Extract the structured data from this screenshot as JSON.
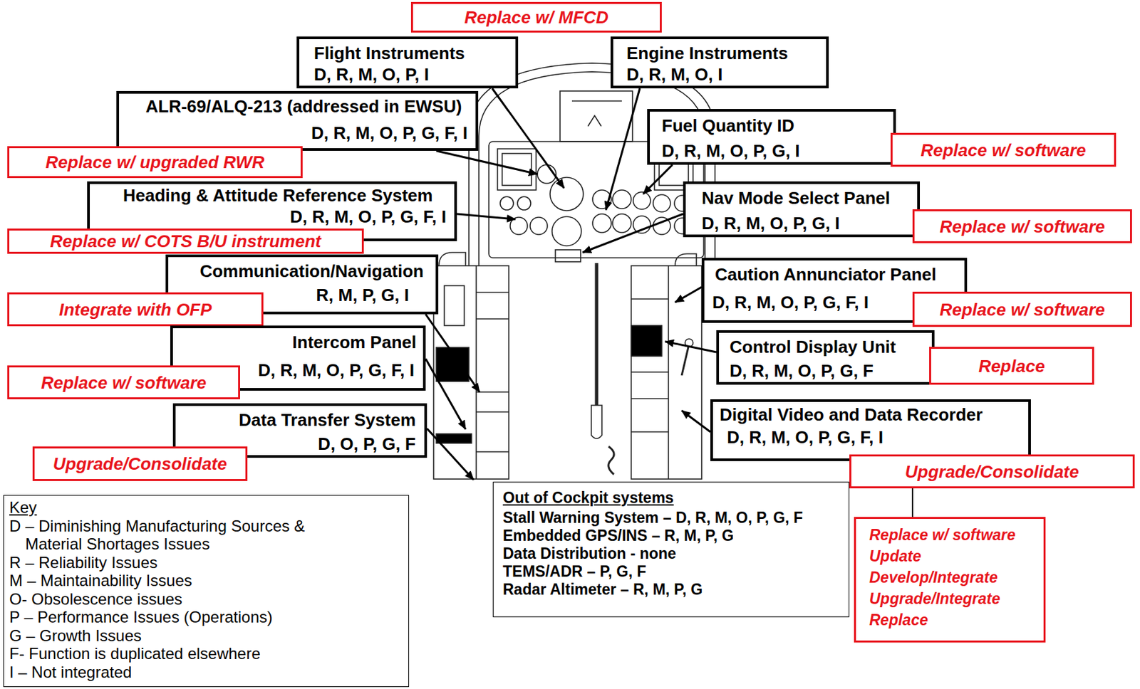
{
  "diagram": {
    "nodes": [
      {
        "text": [
          "Replace w/ MFCD"
        ]
      },
      {
        "text": [
          "Flight Instruments",
          "D, R, M, O, P, I"
        ]
      },
      {
        "text": [
          "Engine Instruments",
          "D, R, M, O, I"
        ]
      },
      {
        "text": [
          "ALR-69/ALQ-213 (addressed in EWSU)",
          "D, R, M, O, P, G, F, I"
        ]
      },
      {
        "text": [
          "Fuel Quantity ID",
          "D, R, M, O, P, G, I"
        ]
      },
      {
        "text": [
          "Replace w/ software"
        ]
      },
      {
        "text": [
          "Replace w/ upgraded RWR"
        ]
      },
      {
        "text": [
          "Heading & Attitude Reference System",
          "D, R, M, O, P, G, F, I"
        ]
      },
      {
        "text": [
          "Nav Mode Select Panel",
          "D, R, M, O, P, G, I"
        ]
      },
      {
        "text": [
          "Replace w/ software"
        ]
      },
      {
        "text": [
          "Replace w/ COTS B/U instrument"
        ]
      },
      {
        "text": [
          "Communication/Navigation",
          "R, M, P, G, I"
        ]
      },
      {
        "text": [
          "Caution Annunciator Panel",
          "D, R, M, O, P, G, F, I"
        ]
      },
      {
        "text": [
          "Integrate with OFP"
        ]
      },
      {
        "text": [
          "Replace w/ software"
        ]
      },
      {
        "text": [
          "Intercom Panel",
          "D, R, M, O, P, G, F, I"
        ]
      },
      {
        "text": [
          "Control Display Unit",
          "D, R, M, O, P, G, F"
        ]
      },
      {
        "text": [
          "Replace"
        ]
      },
      {
        "text": [
          "Replace w/ software"
        ]
      },
      {
        "text": [
          "Data Transfer System",
          "D, O, P, G, F"
        ]
      },
      {
        "text": [
          "Digital Video and Data Recorder",
          "D, R, M, O, P, G, F, I"
        ]
      },
      {
        "text": [
          "Upgrade/Consolidate"
        ]
      },
      {
        "text": [
          "Upgrade/Consolidate"
        ]
      },
      {
        "text": [
          "Key",
          "D – Diminishing Manufacturing Sources & Material Shortages Issues",
          "R – Reliability Issues",
          "M – Maintainability Issues",
          "O- Obsolescence issues",
          "P – Performance Issues (Operations)",
          "G – Growth Issues",
          "F- Function is duplicated elsewhere",
          "I – Not integrated"
        ]
      },
      {
        "text": [
          "Out of Cockpit systems",
          "Stall Warning System – D, R, M, O, P, G, F",
          "Embedded GPS/INS – R, M, P, G",
          "Data Distribution - none",
          "TEMS/ADR – P, G, F",
          "Radar Altimeter – R, M, P, G"
        ]
      },
      {
        "text": [
          "Replace w/ software",
          "Update",
          "Develop/Integrate",
          "Upgrade/Integrate",
          "Replace"
        ]
      }
    ],
    "edges": [
      {
        "from": 22,
        "to": 25,
        "arrow": "none"
      }
    ]
  }
}
